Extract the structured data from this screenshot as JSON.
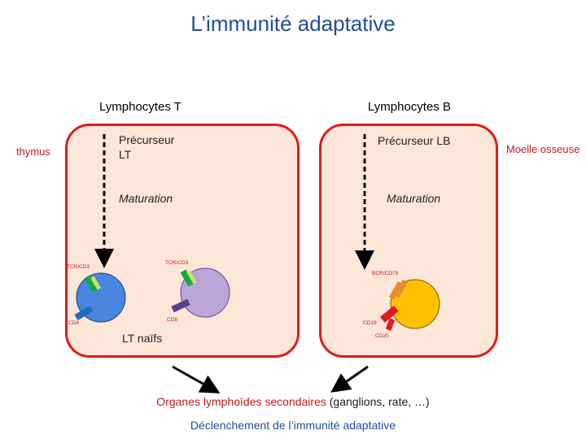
{
  "title": "L’immunité adaptative",
  "columns": {
    "t": {
      "header": "Lymphocytes T",
      "side_label": "thymus",
      "precursor_line1": "Précurseur",
      "precursor_line2": "LT",
      "maturation": "Maturation",
      "receptor_left": "TCR/CD3",
      "receptor_right": "TCR/CD3",
      "marker_left": "CD4",
      "marker_right": "CD8",
      "caption": "LT naïfs"
    },
    "b": {
      "header": "Lymphocytes B",
      "side_label": "Moelle osseuse",
      "precursor": "Précurseur LB",
      "maturation": "Maturation",
      "receptor": "BCR/CD79",
      "marker1": "CD19",
      "marker2": "CD20"
    }
  },
  "footer": {
    "organs_main": "Organes lymphoïdes secondaires",
    "organs_detail": " (ganglions, rate, …)",
    "activation": "Déclenchement de l’immunité adaptative"
  },
  "colors": {
    "title": "#1f4e9c",
    "panel_border": "#e01b1b",
    "panel_fill": "#fbe6d8",
    "cd4_cell": "#4a86e0",
    "cd8_cell": "#b9a6d6",
    "b_cell": "#ffc000"
  }
}
